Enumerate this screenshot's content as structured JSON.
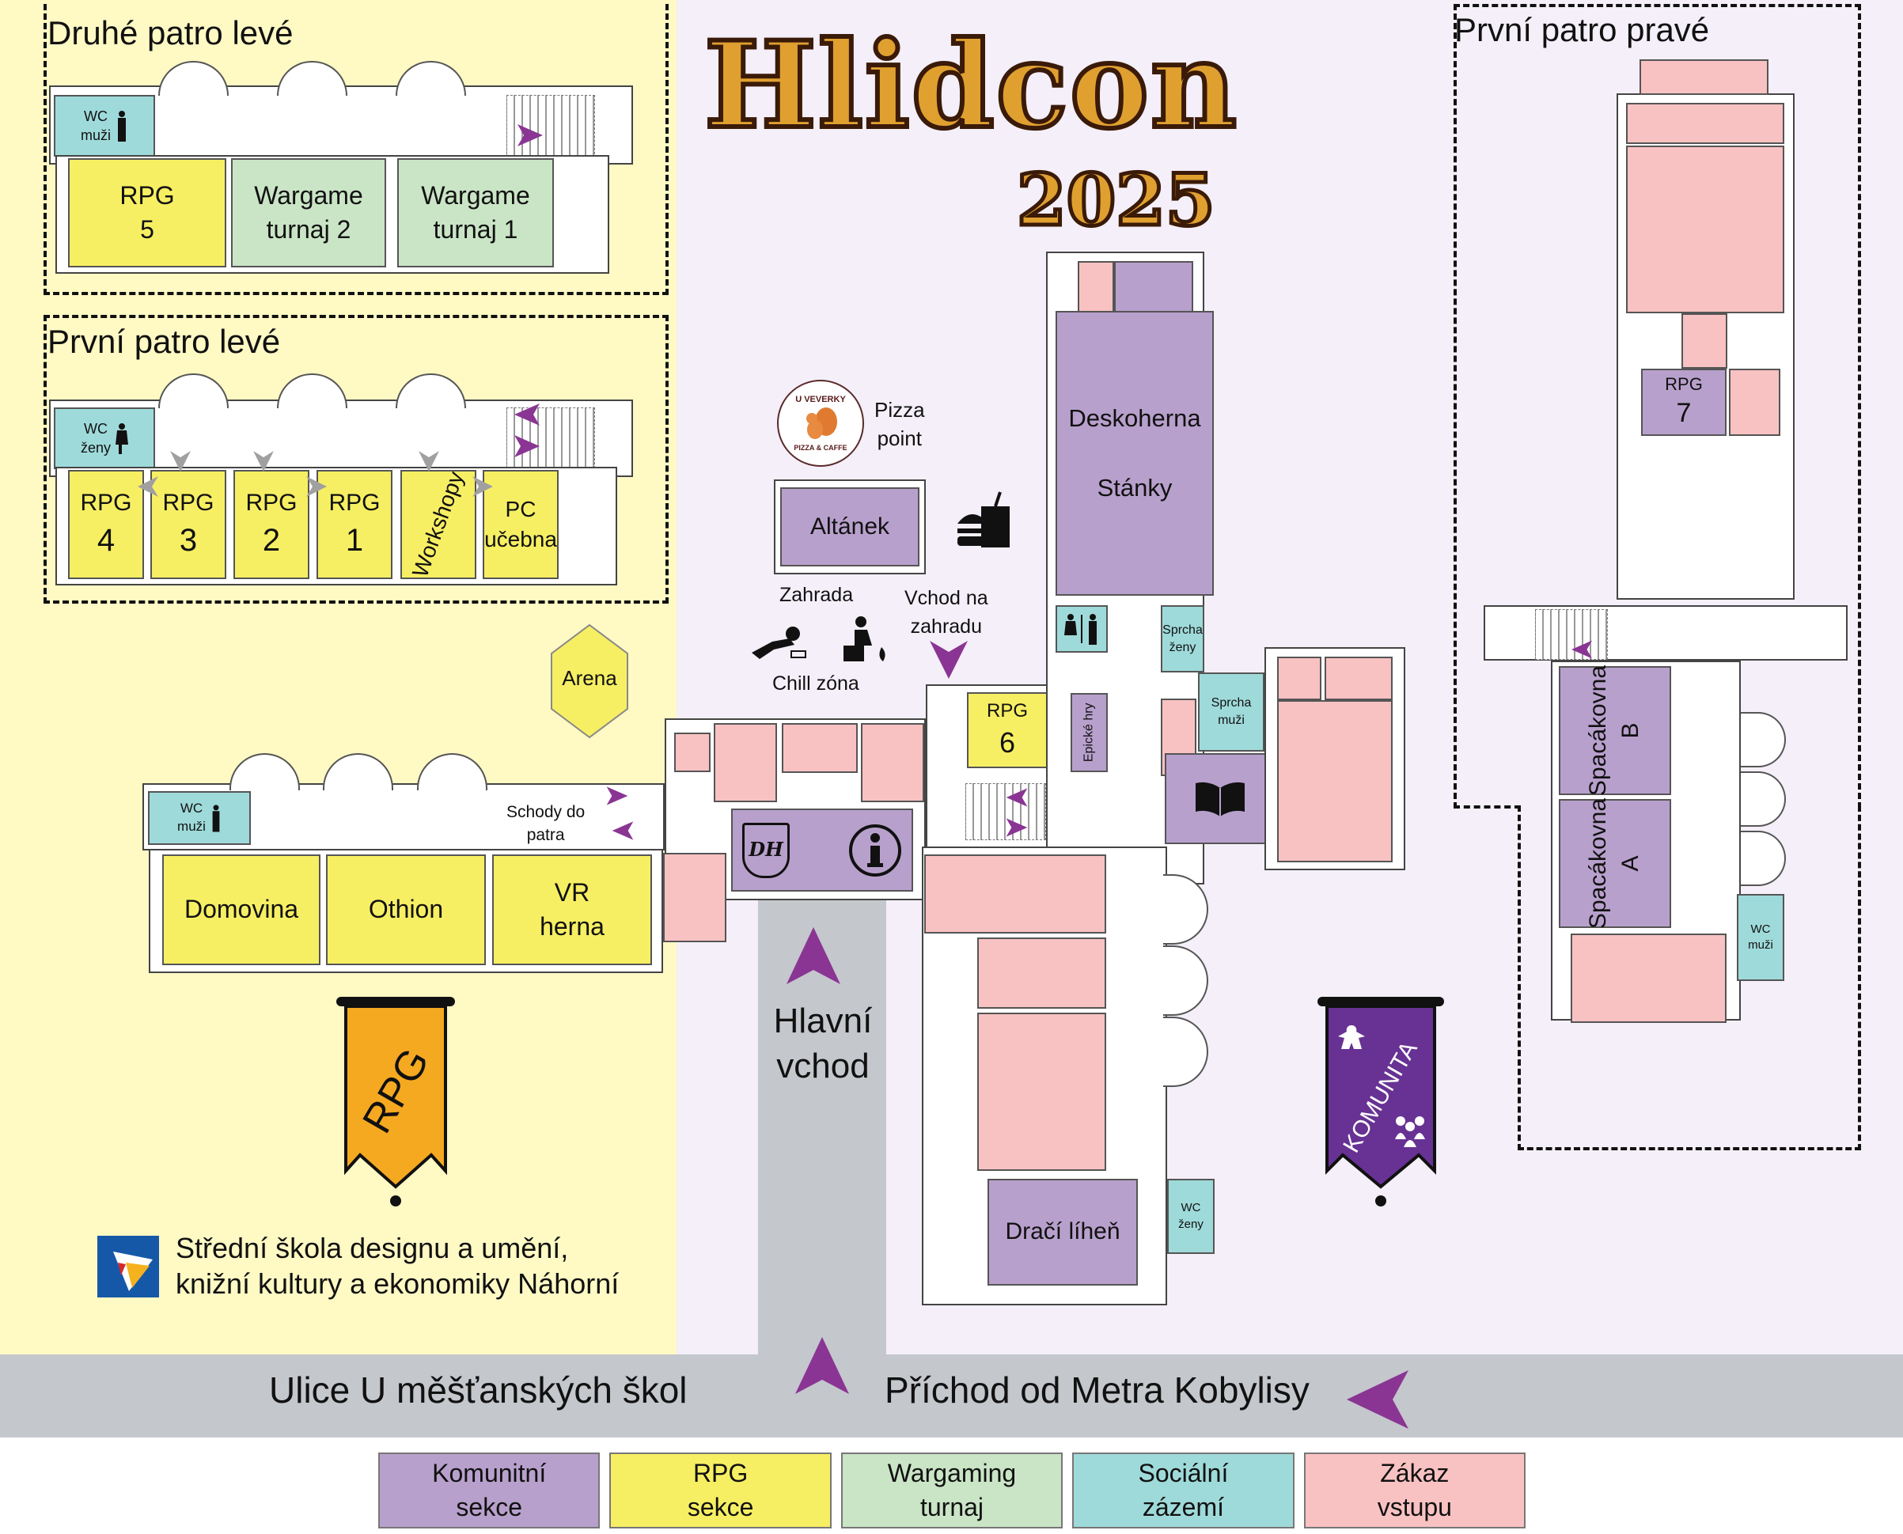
{
  "title": {
    "name": "Hlidcon",
    "year": "2025"
  },
  "floors": {
    "second_left": {
      "title": "Druhé patro levé",
      "rooms": [
        {
          "label": "RPG",
          "sub": "5",
          "category": "rpg"
        },
        {
          "label": "Wargame",
          "sub": "turnaj 2",
          "category": "wargame"
        },
        {
          "label": "Wargame",
          "sub": "turnaj 1",
          "category": "wargame"
        }
      ],
      "wc": {
        "label": "WC",
        "sub": "muži"
      }
    },
    "first_left": {
      "title": "První patro levé",
      "rooms": [
        {
          "label": "RPG",
          "sub": "4"
        },
        {
          "label": "RPG",
          "sub": "3"
        },
        {
          "label": "RPG",
          "sub": "2"
        },
        {
          "label": "RPG",
          "sub": "1"
        },
        {
          "label": "Workshopy",
          "sub": ""
        },
        {
          "label": "PC",
          "sub": "učebna"
        }
      ],
      "wc": {
        "label": "WC",
        "sub": "ženy"
      }
    },
    "first_right": {
      "title": "První patro pravé",
      "rooms": [
        {
          "label": "RPG",
          "sub": "7"
        },
        {
          "label": "Spacákovna",
          "sub": "B"
        },
        {
          "label": "Spacákovna",
          "sub": "A"
        }
      ],
      "wc": {
        "label": "WC",
        "sub": "muži"
      }
    }
  },
  "ground": {
    "arena": "Arena",
    "left_wing": {
      "wc": {
        "label": "WC",
        "sub": "muži"
      },
      "rooms": [
        "Domovina",
        "Othion"
      ],
      "vr": {
        "label": "VR",
        "sub": "herna"
      },
      "stairs_label": [
        "Schody do",
        "patra"
      ]
    },
    "pizza": {
      "logo_top": "U VEVERKY",
      "logo_bottom": "PIZZA & CAFFE",
      "label": [
        "Pizza",
        "point"
      ]
    },
    "altanek": "Altánek",
    "garden": {
      "zahrada": "Zahrada",
      "chill": "Chill zóna",
      "entrance": [
        "Vchod na",
        "zahradu"
      ]
    },
    "rpg6": {
      "label": "RPG",
      "sub": "6"
    },
    "epicke_hry": "Epické hry",
    "deskoherna": [
      "Deskoherna",
      "Stánky"
    ],
    "sprcha_zeny": [
      "Sprcha",
      "ženy"
    ],
    "sprcha_muzi": [
      "Sprcha",
      "muži"
    ],
    "draci_lihen": "Dračí líheň",
    "wc_zeny": {
      "label": "WC",
      "sub": "ženy"
    },
    "main_entrance": [
      "Hlavní",
      "vchod"
    ],
    "info_logo": "DH"
  },
  "banners": {
    "rpg": "RPG",
    "komunita": "KOMUNITA"
  },
  "school": [
    "Střední škola designu a umění,",
    "knižní kultury a ekonomiky Náhorní"
  ],
  "street": {
    "name": "Ulice U měšťanských škol",
    "metro": "Příchod od Metra Kobylisy"
  },
  "legend": [
    {
      "label": [
        "Komunitní",
        "sekce"
      ],
      "color": "#b8a0cc"
    },
    {
      "label": [
        "RPG",
        "sekce"
      ],
      "color": "#f7ef63"
    },
    {
      "label": [
        "Wargaming",
        "turnaj"
      ],
      "color": "#cae5c6"
    },
    {
      "label": [
        "Sociální",
        "zázemí"
      ],
      "color": "#9fdada"
    },
    {
      "label": [
        "Zákaz",
        "vstupu"
      ],
      "color": "#f9c2c2"
    }
  ],
  "colors": {
    "accent_arrow": "#8a3594",
    "gray_arrow": "#a0a0a0",
    "logo_gold": "#e0a030"
  }
}
